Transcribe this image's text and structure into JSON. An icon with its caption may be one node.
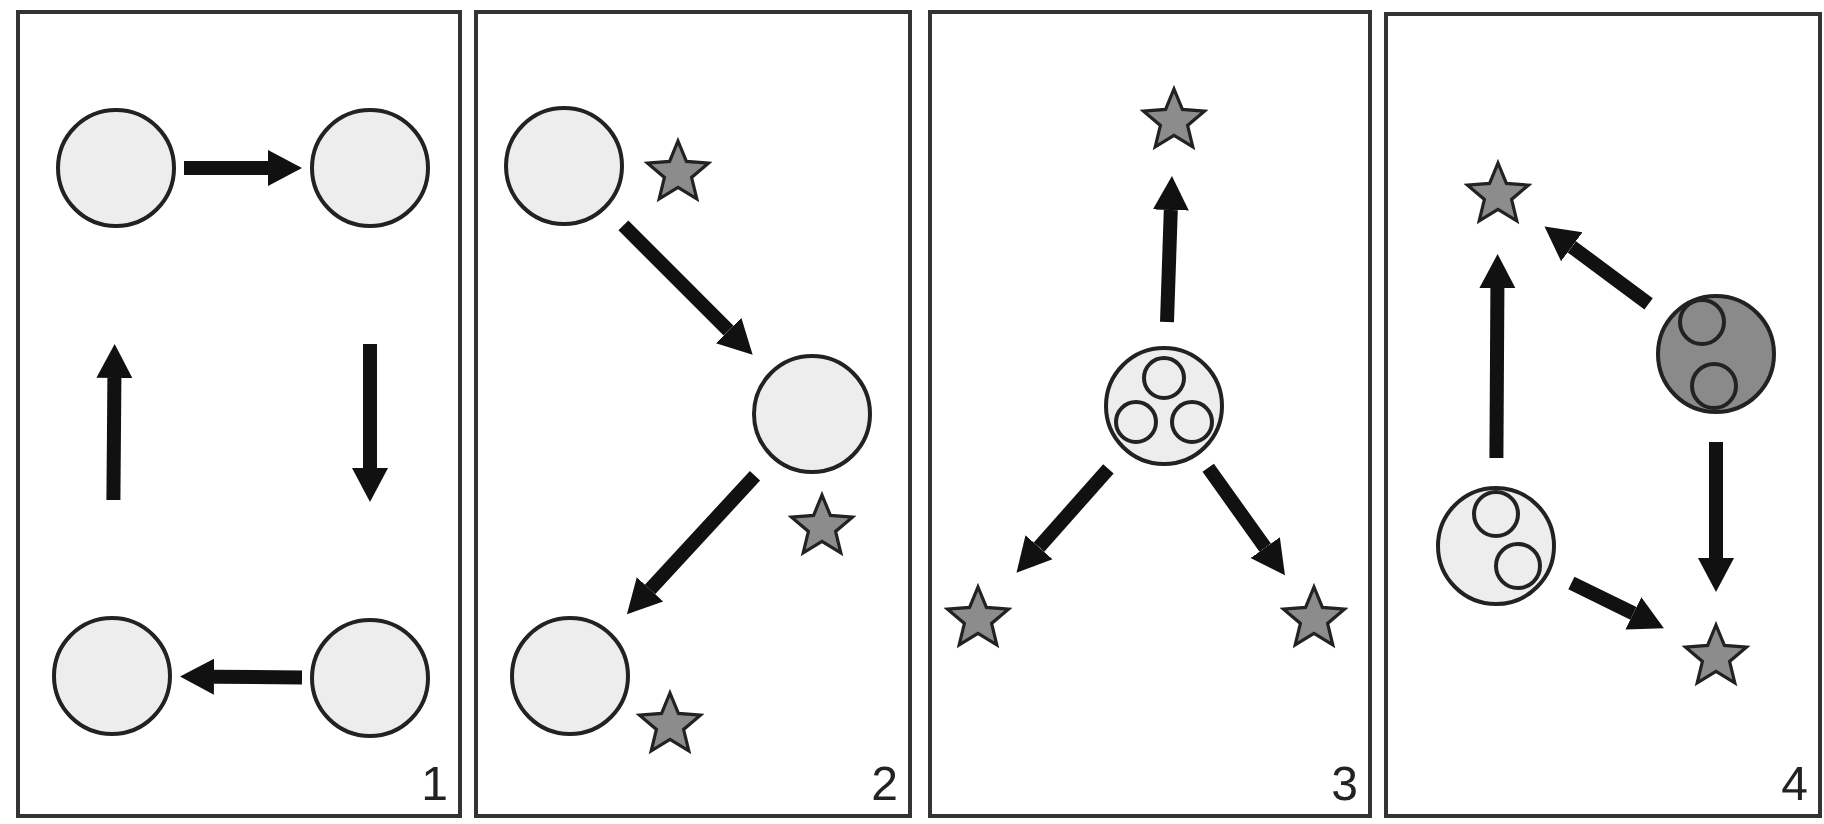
{
  "diagram": {
    "nodes": [
      {
        "text": [
          "1"
        ]
      },
      {
        "text": [],
        "shape": "circle",
        "in": 0
      },
      {
        "text": [],
        "shape": "circle",
        "in": 0
      },
      {
        "text": [],
        "shape": "circle",
        "in": 0
      },
      {
        "text": [],
        "shape": "circle",
        "in": 0
      },
      {
        "text": [
          "2"
        ]
      },
      {
        "text": [],
        "shape": "circle",
        "in": 5
      },
      {
        "text": [],
        "shape": "star",
        "in": 5
      },
      {
        "text": [],
        "shape": "circle",
        "in": 5
      },
      {
        "text": [],
        "shape": "star",
        "in": 5
      },
      {
        "text": [],
        "shape": "circle",
        "in": 5
      },
      {
        "text": [],
        "shape": "star",
        "in": 5
      },
      {
        "text": [
          "3"
        ]
      },
      {
        "text": [],
        "shape": "star",
        "in": 12
      },
      {
        "text": [],
        "shape": "circle",
        "in": 12
      },
      {
        "text": [],
        "shape": "circle",
        "in": 14
      },
      {
        "text": [],
        "shape": "circle",
        "in": 14
      },
      {
        "text": [],
        "shape": "circle",
        "in": 14
      },
      {
        "text": [],
        "shape": "star",
        "in": 12
      },
      {
        "text": [],
        "shape": "star",
        "in": 12
      },
      {
        "text": [
          "4"
        ]
      },
      {
        "text": [],
        "shape": "star",
        "in": 20
      },
      {
        "text": [],
        "shape": "circle",
        "in": 20
      },
      {
        "text": [],
        "shape": "circle",
        "in": 22
      },
      {
        "text": [],
        "shape": "circle",
        "in": 22
      },
      {
        "text": [],
        "shape": "circle",
        "in": 20
      },
      {
        "text": [],
        "shape": "circle",
        "in": 25
      },
      {
        "text": [],
        "shape": "circle",
        "in": 25
      },
      {
        "text": [],
        "shape": "star",
        "in": 20
      }
    ],
    "edges": [
      {
        "from": 1,
        "to": 2,
        "arrow": "to"
      },
      {
        "from": 2,
        "to": 4,
        "arrow": "to"
      },
      {
        "from": 4,
        "to": 3,
        "arrow": "to"
      },
      {
        "from": 3,
        "to": 1,
        "arrow": "to"
      },
      {
        "from": 6,
        "to": 8,
        "arrow": "to"
      },
      {
        "from": 8,
        "to": 10,
        "arrow": "to"
      },
      {
        "from": 14,
        "to": 13,
        "arrow": "to"
      },
      {
        "from": 14,
        "to": 18,
        "arrow": "to"
      },
      {
        "from": 14,
        "to": 19,
        "arrow": "to"
      },
      {
        "from": 25,
        "to": 21,
        "arrow": "to"
      },
      {
        "from": 22,
        "to": 21,
        "arrow": "to"
      },
      {
        "from": 22,
        "to": 28,
        "arrow": "to"
      },
      {
        "from": 25,
        "to": 28,
        "arrow": "to"
      }
    ]
  }
}
